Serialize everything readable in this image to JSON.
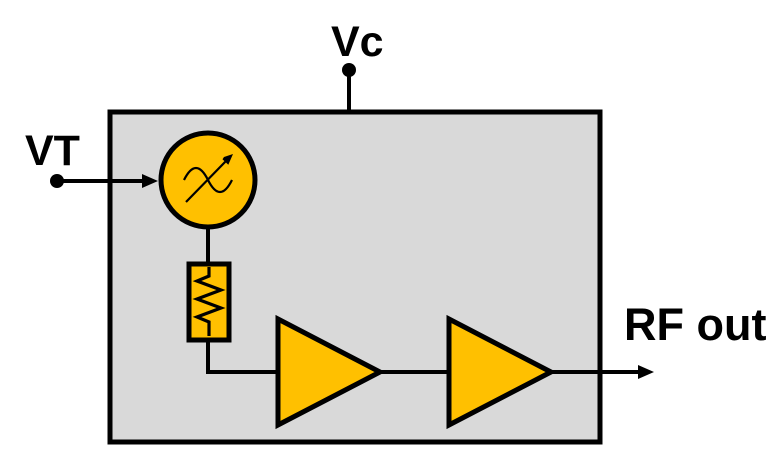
{
  "labels": {
    "vc": "Vc",
    "vt": "VT",
    "rf_out": "RF out"
  },
  "colors": {
    "background": "#FFFFFF",
    "block_fill": "#D9D9D9",
    "component_fill": "#FFC000",
    "line": "#000000"
  },
  "icons": {
    "oscillator": "vco-sine-arrow-icon",
    "resistor": "resistor-zigzag-icon",
    "amplifier_1": "amplifier-triangle-icon",
    "amplifier_2": "amplifier-triangle-icon"
  }
}
